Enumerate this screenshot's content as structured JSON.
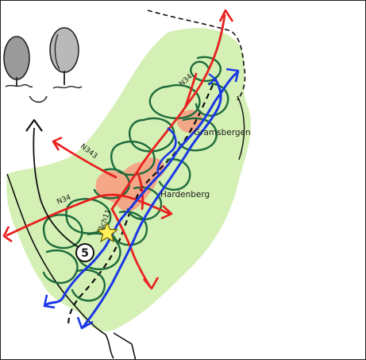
{
  "roads": {
    "n34_north": "N34",
    "n343": "N343",
    "n34_west": "N34",
    "local": "Ach11"
  },
  "towns": {
    "gramsbergen": "Gramsbergen",
    "hardenberg": "Hardenberg"
  },
  "marker": {
    "number": "5"
  },
  "colors": {
    "land": "#d4f0b4",
    "urban": "#f4a787",
    "road": "#e8201f",
    "river": "#1a37e6",
    "contour": "#1e6b3c",
    "rail": "#111111",
    "star": "#ffef5a"
  },
  "icons": {
    "trees": "tree-icon",
    "star": "star-icon",
    "arrow": "arrow-icon"
  }
}
